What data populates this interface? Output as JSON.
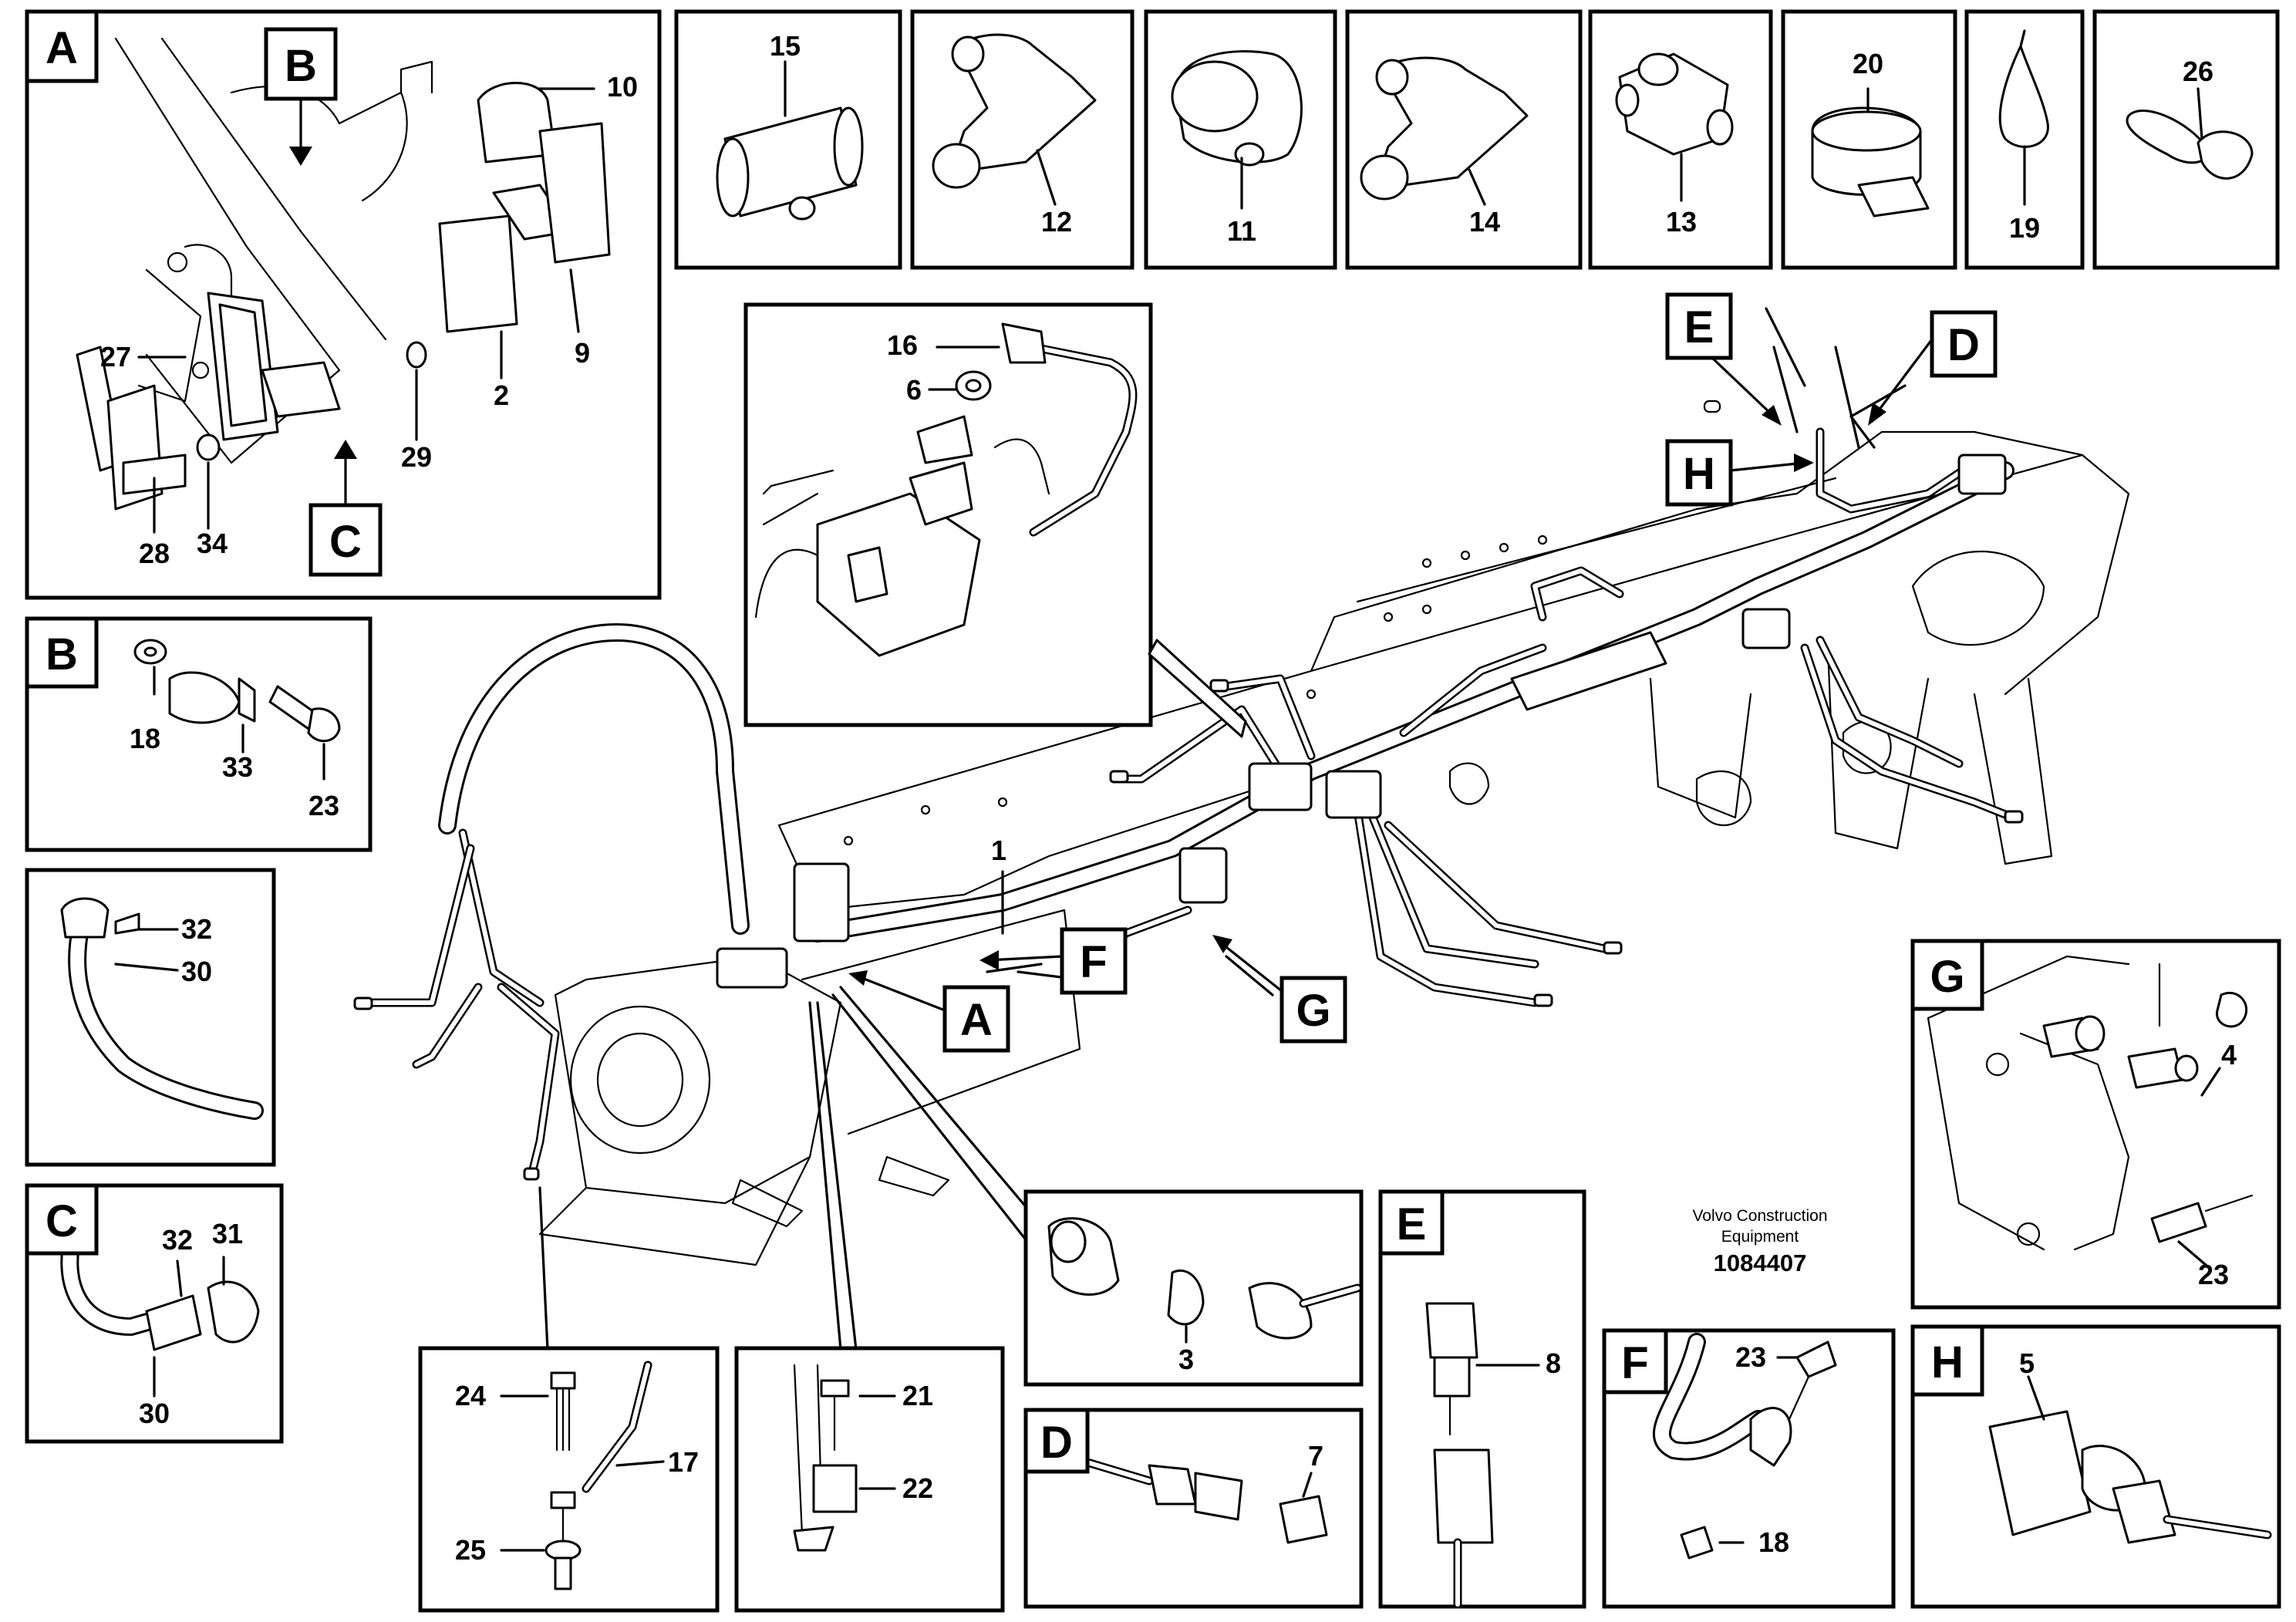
{
  "title": "",
  "publisher": {
    "line1": "Volvo Construction",
    "line2": "Equipment",
    "doc_number": "1084407"
  },
  "detail_tags": [
    "A",
    "B",
    "C",
    "D",
    "E",
    "F",
    "G",
    "H"
  ],
  "callouts": {
    "n1": "1",
    "n2": "2",
    "n3": "3",
    "n4": "4",
    "n5": "5",
    "n6": "6",
    "n7": "7",
    "n8": "8",
    "n9": "9",
    "n10": "10",
    "n11": "11",
    "n12": "12",
    "n13": "13",
    "n14": "14",
    "n15": "15",
    "n16": "16",
    "n17": "17",
    "n18": "18",
    "n19": "19",
    "n20": "20",
    "n21": "21",
    "n22": "22",
    "n23": "23",
    "n24": "24",
    "n25": "25",
    "n26": "26",
    "n27": "27",
    "n28": "28",
    "n29": "29",
    "n30": "30",
    "n31": "31",
    "n32": "32",
    "n33": "33",
    "n34": "34"
  }
}
